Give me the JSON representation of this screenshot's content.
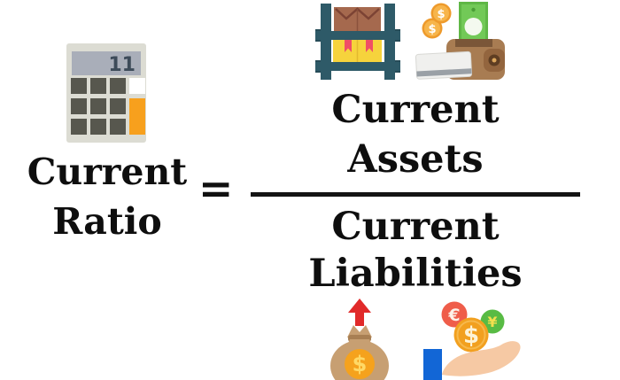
{
  "equation": {
    "left_label": "Current Ratio",
    "equals_sign": "=",
    "numerator": "Current Assets",
    "denominator": "Current Liabilities"
  },
  "icons": {
    "calculator": {
      "display_value": "11"
    },
    "wallet_coins": {
      "symbols": [
        "$",
        "$"
      ]
    },
    "money_bag": {
      "symbol": "$"
    },
    "hand_coins": {
      "euro": "€",
      "dollar": "$",
      "yen": "¥"
    }
  },
  "colors": {
    "text": "#0e0e0e",
    "fraction_bar": "#141414",
    "shelf_teal": "#2e5a68",
    "box_brown": "#a5694e",
    "box_yellow": "#f6d33c",
    "ribbon_pink": "#f04e66",
    "wallet_brown": "#a87c52",
    "note_green": "#5fb746",
    "coin_orange": "#f2a01f",
    "coin_red": "#ef5d4a",
    "coin_green": "#58bb44",
    "arrow_red": "#e12a2a",
    "bag_tan": "#c79f72",
    "sleeve_blue": "#1266d6",
    "calc_button_orange": "#f7a01d"
  }
}
